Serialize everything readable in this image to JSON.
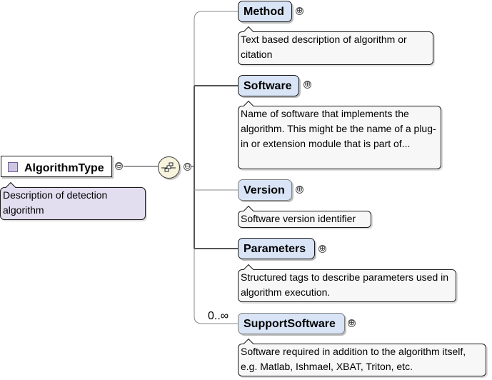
{
  "root": {
    "name": "AlgorithmType",
    "annotation": "Description of detection algorithm",
    "collapse_symbol": "⊖"
  },
  "sequence": {
    "icon": "sequence-compositor-icon",
    "collapse_symbol": "⊖"
  },
  "children": [
    {
      "name": "Method",
      "optional": false,
      "expand_symbol": "⊕",
      "annotation": "Text based description of algorithm or citation"
    },
    {
      "name": "Software",
      "optional": false,
      "expand_symbol": "⊕",
      "annotation": "Name of software that implements the algorithm. This might be the name of a plug-in or extension module that is part of..."
    },
    {
      "name": "Version",
      "optional": true,
      "expand_symbol": "⊕",
      "annotation": "Software version identifier"
    },
    {
      "name": "Parameters",
      "optional": false,
      "expand_symbol": "⊕",
      "annotation": "Structured tags to describe parameters used in algorithm execution."
    },
    {
      "name": "SupportSoftware",
      "optional": true,
      "cardinality": "0..∞",
      "expand_symbol": "⊕",
      "annotation": "Software required in addition to the algorithm itself, e.g. Matlab, Ishmael, XBAT, Triton, etc."
    }
  ],
  "colors": {
    "element_fill": "#d9e5f7",
    "annotation_fill": "#f7f7f7",
    "root_annotation_fill": "#e2ddef",
    "sequence_fill": "#f7f3dc"
  }
}
